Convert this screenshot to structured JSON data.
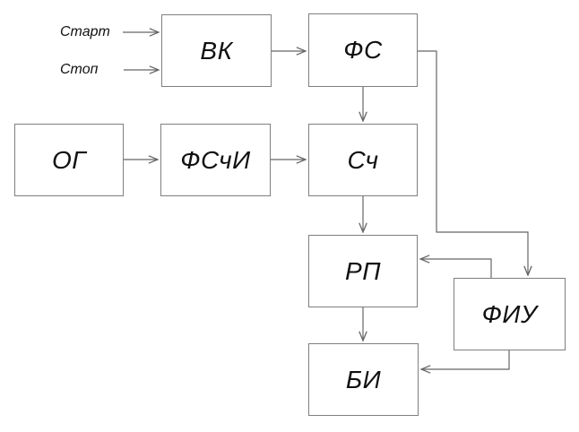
{
  "diagram": {
    "input_labels": {
      "start": "Старт",
      "stop": "Стоп"
    },
    "blocks": {
      "vk": {
        "label": "ВК"
      },
      "fs": {
        "label": "ФС"
      },
      "og": {
        "label": "ОГ"
      },
      "fschi": {
        "label": "ФСчИ"
      },
      "sch": {
        "label": "Сч"
      },
      "rp": {
        "label": "РП"
      },
      "fiu": {
        "label": "ФИУ"
      },
      "bi": {
        "label": "БИ"
      }
    },
    "connections": [
      "Старт → ВК",
      "Стоп → ВК",
      "ВК → ФС",
      "ОГ → ФСчИ",
      "ФСчИ → Сч",
      "ФС → Сч",
      "Сч → РП",
      "РП → БИ",
      "ФС → ФИУ",
      "ФИУ → РП",
      "ФИУ → БИ"
    ],
    "colors": {
      "background": "#ffffff",
      "box_border": "#7f7f7f",
      "connector": "#666666",
      "text": "#111111"
    }
  }
}
